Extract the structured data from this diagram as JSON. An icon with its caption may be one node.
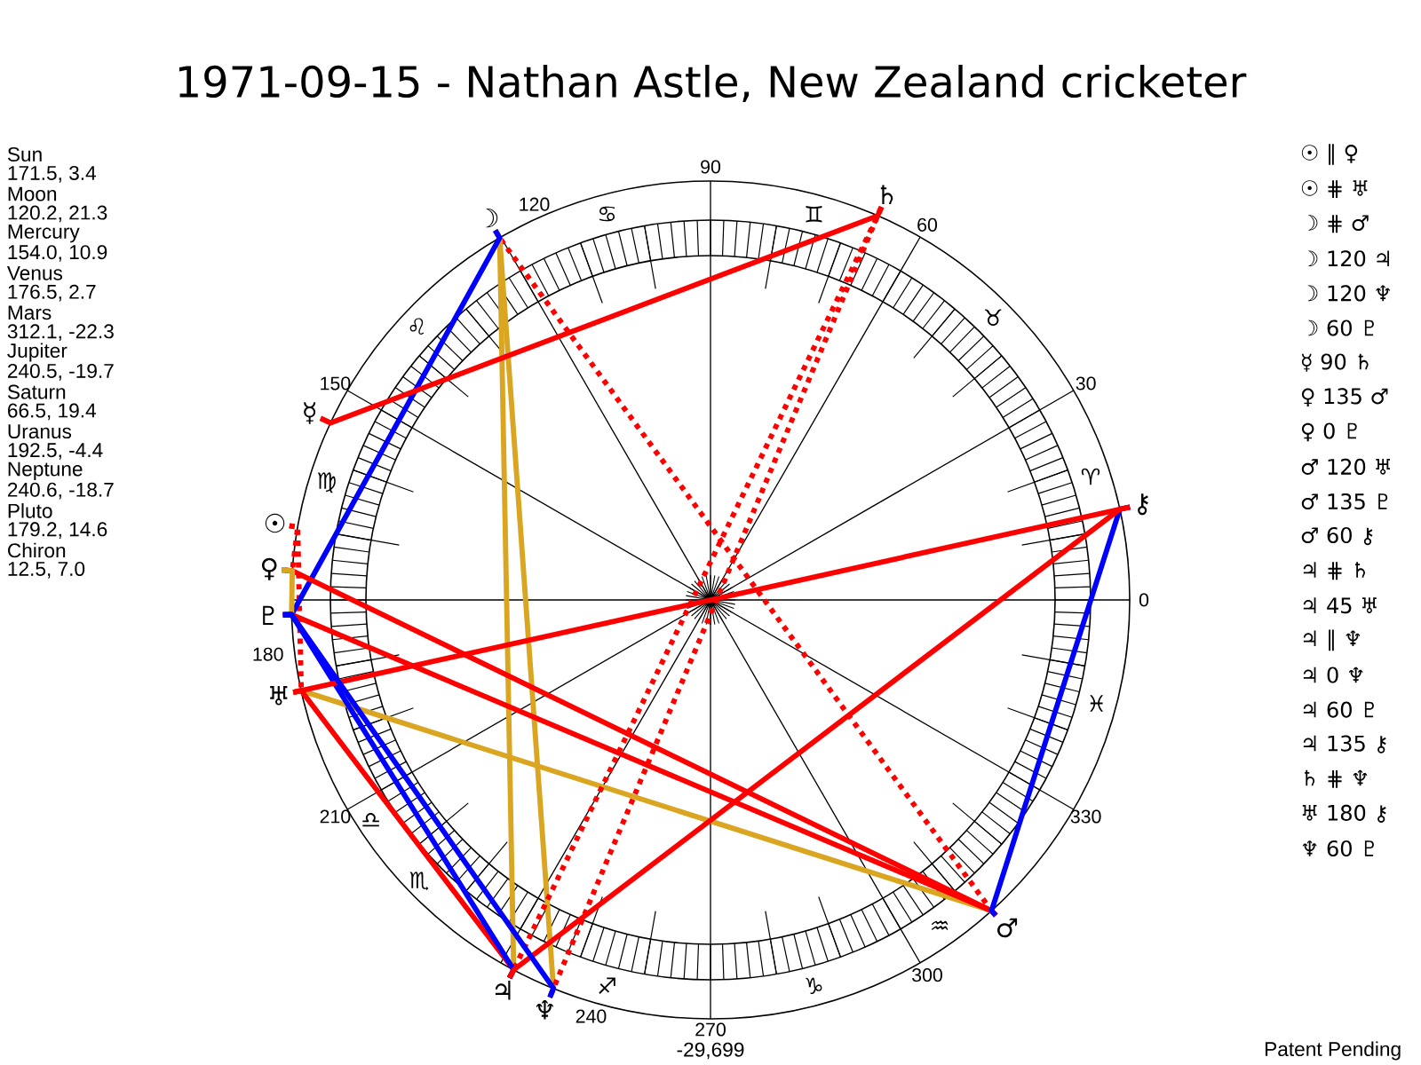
{
  "diagram": {
    "title": "1971-09-15 - Nathan Astle, New Zealand cricketer",
    "nodes": [
      {
        "text": [
          "☉"
        ]
      },
      {
        "text": [
          "☽"
        ]
      },
      {
        "text": [
          "☿"
        ]
      },
      {
        "text": [
          "♀"
        ]
      },
      {
        "text": [
          "♂"
        ]
      },
      {
        "text": [
          "♃"
        ]
      },
      {
        "text": [
          "♄"
        ]
      },
      {
        "text": [
          "♅"
        ]
      },
      {
        "text": [
          "♆"
        ]
      },
      {
        "text": [
          "♇"
        ]
      },
      {
        "text": [
          "⚷"
        ]
      }
    ],
    "edges": [
      {
        "from": 0,
        "to": 3,
        "arrow": "none",
        "style": "dashed"
      },
      {
        "from": 0,
        "to": 7,
        "arrow": "none",
        "style": "dashed"
      },
      {
        "from": 1,
        "to": 4,
        "arrow": "none",
        "style": "dashed"
      },
      {
        "from": 1,
        "to": 5,
        "arrow": "none",
        "color": "#daa520"
      },
      {
        "from": 1,
        "to": 8,
        "arrow": "none",
        "color": "#daa520"
      },
      {
        "from": 1,
        "to": 9,
        "arrow": "none",
        "color": "#0000ff"
      },
      {
        "from": 2,
        "to": 6,
        "arrow": "none"
      },
      {
        "from": 3,
        "to": 4,
        "arrow": "none"
      },
      {
        "from": 3,
        "to": 9,
        "arrow": "none",
        "color": "#daa520"
      },
      {
        "from": 4,
        "to": 7,
        "arrow": "none",
        "color": "#daa520"
      },
      {
        "from": 4,
        "to": 9,
        "arrow": "none"
      },
      {
        "from": 4,
        "to": 10,
        "arrow": "none",
        "color": "#0000ff"
      },
      {
        "from": 5,
        "to": 6,
        "arrow": "none",
        "style": "dashed"
      },
      {
        "from": 5,
        "to": 7,
        "arrow": "none"
      },
      {
        "from": 5,
        "to": 9,
        "arrow": "none",
        "color": "#0000ff"
      },
      {
        "from": 5,
        "to": 10,
        "arrow": "none"
      },
      {
        "from": 6,
        "to": 8,
        "arrow": "none",
        "style": "dashed"
      },
      {
        "from": 7,
        "to": 10,
        "arrow": "none"
      },
      {
        "from": 8,
        "to": 9,
        "arrow": "none",
        "color": "#0000ff"
      }
    ],
    "labels": [
      "Sun",
      "171.5, 3.4",
      "Moon",
      "120.2, 21.3",
      "Mercury",
      "154.0, 10.9",
      "Venus",
      "176.5, 2.7",
      "Mars",
      "312.1, -22.3",
      "Jupiter",
      "240.5, -19.7",
      "Saturn",
      "66.5, 19.4",
      "Uranus",
      "192.5, -4.4",
      "Neptune",
      "240.6, -18.7",
      "Pluto",
      "179.2, 14.6",
      "Chiron",
      "12.5, 7.0",
      "0",
      "30",
      "60",
      "90",
      "120",
      "150",
      "180",
      "210",
      "240",
      "270",
      "300",
      "330",
      "♈",
      "♉",
      "♊",
      "♋",
      "♌",
      "♍",
      "♎",
      "♏",
      "♐",
      "♑",
      "♒",
      "♓",
      "☉ ∥ ♀",
      "☉ ⋕ ♅",
      "☽ ⋕ ♂",
      "☽ 120 ♃",
      "☽ 120 ♆",
      "☽ 60 ♇",
      "☿ 90 ♄",
      "♀ 135 ♂",
      "♀ 0 ♇",
      "♂ 120 ♅",
      "♂ 135 ♇",
      "♂ 60 ⚷",
      "♃ ⋕ ♄",
      "♃ 45 ♅",
      "♃ ∥ ♆",
      "♃ 0 ♆",
      "♃ 60 ♇",
      "♃ 135 ⚷",
      "♄ ⋕ ♆",
      "♅ 180 ⚷",
      "♆ 60 ♇",
      "-29,699",
      "Patent Pending"
    ]
  }
}
